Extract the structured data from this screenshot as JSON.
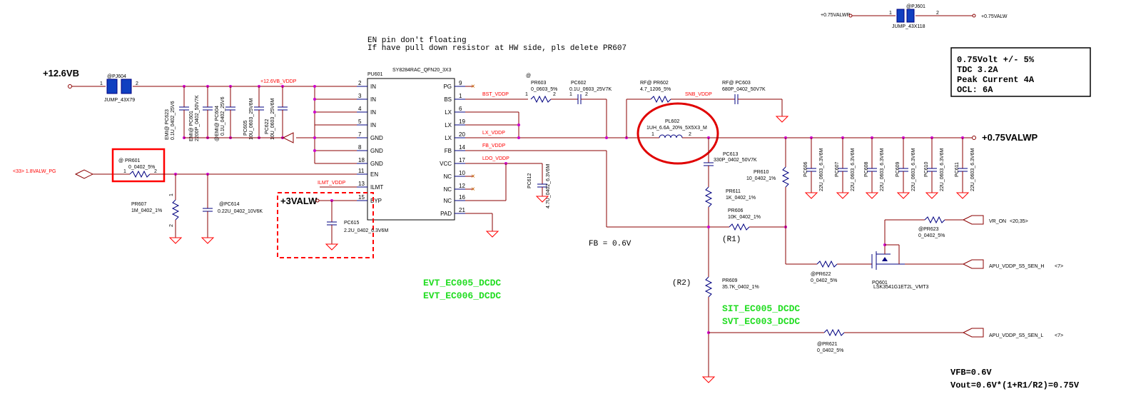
{
  "rails": {
    "in_12v6": "+12.6VB",
    "out_0v75": "+0.75VALWP",
    "in_3valw": "+3VALW",
    "jumper_left": "+0.75VALWP",
    "jumper_right": "+0.75VALW"
  },
  "note": {
    "line1": "EN pin don't floating",
    "line2": "If have pull down resistor at HW side, pls delete PR607"
  },
  "spec_box": {
    "line1": "0.75Volt +/-  5%",
    "line2": "TDC  3.2A",
    "line3": "Peak Current   4A",
    "line4": "OCL:  6A"
  },
  "ic": {
    "refdes": "PU601",
    "part": "SY8284RAC_QFN20_3X3",
    "left_pins": [
      {
        "num": "2",
        "name": "IN"
      },
      {
        "num": "3",
        "name": "IN"
      },
      {
        "num": "4",
        "name": "IN"
      },
      {
        "num": "5",
        "name": "IN"
      },
      {
        "num": "7",
        "name": "GND"
      },
      {
        "num": "8",
        "name": "GND"
      },
      {
        "num": "18",
        "name": "GND"
      },
      {
        "num": "11",
        "name": "EN"
      },
      {
        "num": "13",
        "name": "ILMT"
      },
      {
        "num": "15",
        "name": "BYP"
      }
    ],
    "right_pins": [
      {
        "num": "9",
        "name": "PG"
      },
      {
        "num": "1",
        "name": "BS"
      },
      {
        "num": "6",
        "name": "LX"
      },
      {
        "num": "19",
        "name": "LX"
      },
      {
        "num": "20",
        "name": "LX"
      },
      {
        "num": "14",
        "name": "FB"
      },
      {
        "num": "17",
        "name": "VCC"
      },
      {
        "num": "10",
        "name": "NC"
      },
      {
        "num": "12",
        "name": "NC"
      },
      {
        "num": "16",
        "name": "NC"
      },
      {
        "num": "21",
        "name": "PAD"
      }
    ]
  },
  "nets": {
    "in_vddp": "+12.6VB_VDDP",
    "bst": "BST_VDDP",
    "lx": "LX_VDDP",
    "fb": "FB_VDDP",
    "ldo": "LDO_VDDP",
    "snb": "SNB_VDDP",
    "ilmt": "ILMT_VDDP",
    "pg_in": "<33> 1.8VALW_PG",
    "vr_on": "VR_ON",
    "vr_on_ref": "<20,35>",
    "sen_h": "APU_VDDP_S5_SEN_H",
    "sen_h_ref": "<7>",
    "sen_l": "APU_VDDP_S5_SEN_L",
    "sen_l_ref": "<7>"
  },
  "components": {
    "pj604": {
      "ref": "@PJ604",
      "val": "JUMP_43X79"
    },
    "pj601": {
      "ref": "@PJ601",
      "val": "JUMP_43X118"
    },
    "pc623": {
      "ref": "EMI@ PC623",
      "val": "0.1U_0402_25V6"
    },
    "pc601": {
      "ref": "EMI@ PC601",
      "val": "2200P_0402_50V7K"
    },
    "pc604": {
      "ref": "@EMI@ PC604",
      "val": "0.1U_0402_25V6"
    },
    "pc605": {
      "ref": "PC605",
      "val": "10U_0603_25V6M"
    },
    "pc622": {
      "ref": "PC622",
      "val": "10U_0603_25V6M"
    },
    "pr601": {
      "ref": "@  PR601",
      "val": "0_0402_5%"
    },
    "pr607": {
      "ref": "PR607",
      "val": "1M_0402_1%"
    },
    "pc614": {
      "ref": "@PC614",
      "val": "0.22U_0402_10V6K"
    },
    "pc615": {
      "ref": "PC615",
      "val": "2.2U_0402_6.3V6M"
    },
    "pr603": {
      "ref": "PR603",
      "val": "0_0603_5%"
    },
    "pc602": {
      "ref": "PC602",
      "val": "0.1U_0603_25V7K"
    },
    "pc612": {
      "ref": "PC612",
      "val": "4.7U_0402_6.3V6M"
    },
    "pr602": {
      "ref": "RF@    PR602",
      "val": "4.7_1206_5%"
    },
    "pc603": {
      "ref": "RF@    PC603",
      "val": "680P_0402_50V7K"
    },
    "pl602": {
      "ref": "PL602",
      "val": "1UH_6.6A_20%_5X5X3_M"
    },
    "pc613": {
      "ref": "PC613",
      "val": "330P_0402_50V7K"
    },
    "pr611": {
      "ref": "PR611",
      "val": "1K_0402_1%"
    },
    "pr610": {
      "ref": "PR610",
      "val": "10_0402_1%"
    },
    "pr606": {
      "ref": "PR606",
      "val": "10K_0402_1%"
    },
    "pr609": {
      "ref": "PR609",
      "val": "35.7K_0402_1%"
    },
    "pr621": {
      "ref": "@PR621",
      "val": "0_0402_5%"
    },
    "pr622": {
      "ref": "@PR622",
      "val": "0_0402_5%"
    },
    "pr623": {
      "ref": "@PR623",
      "val": "0_0402_5%"
    },
    "pq601": {
      "ref": "PQ601",
      "val": "LSK3541G1ET2L_VMT3"
    },
    "out_caps": [
      {
        "ref": "PC606",
        "val": "22U_0603_6.3V6M"
      },
      {
        "ref": "PC607",
        "val": "22U_0603_6.3V6M"
      },
      {
        "ref": "PC608",
        "val": "22U_0603_6.3V6M"
      },
      {
        "ref": "PC609",
        "val": "22U_0603_6.3V6M"
      },
      {
        "ref": "PC610",
        "val": "22U_0603_6.3V6M"
      },
      {
        "ref": "PC611",
        "val": "22U_0603_6.3V6M"
      }
    ]
  },
  "labels": {
    "fb_eq": "FB = 0.6V",
    "r1": "(R1)",
    "r2": "(R2)",
    "at": "@",
    "green1": "EVT_EC005_DCDC",
    "green2": "EVT_EC006_DCDC",
    "green3": "SIT_EC005_DCDC",
    "green4": "SVT_EC003_DCDC",
    "vfb": "VFB=0.6V",
    "vout": "Vout=0.6V*(1+R1/R2)=0.75V"
  },
  "colors": {
    "wire": "#8b0000",
    "part": "#000080",
    "junction": "#cc00cc",
    "net_label": "#ff0000",
    "highlight": "#ff0000",
    "build_note": "#22dd22"
  }
}
